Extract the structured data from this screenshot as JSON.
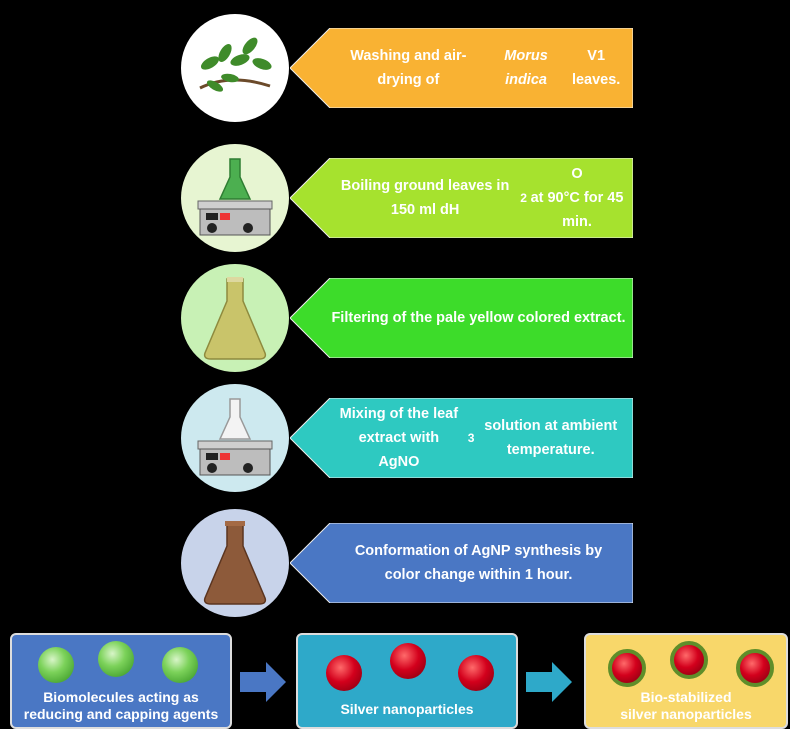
{
  "steps": [
    {
      "text_html": "Washing and air-drying of<br><i>Morus indica</i> V1 leaves.",
      "color": "#f9b233",
      "circle_color": "#ffffff"
    },
    {
      "text_html": "Boiling ground leaves in 150 ml dH<sub>2</sub>O<br>at 90°C for 45 min.",
      "color": "#a6e22e",
      "circle_color": "#e7f5d2"
    },
    {
      "text_html": "Filtering of the pale yellow colored extract.",
      "color": "#3ddc2a",
      "circle_color": "#c8f1b5"
    },
    {
      "text_html": "Mixing of the leaf extract with<br>AgNO<sub>3</sub> solution at ambient temperature.",
      "color": "#2ec9c1",
      "circle_color": "#cde9ef"
    },
    {
      "text_html": "Conformation of AgNP synthesis by<br>color change within 1 hour.",
      "color": "#4a77c4",
      "circle_color": "#c8d3ea"
    }
  ],
  "bottom": {
    "box1": {
      "label": "Biomolecules acting as reducing and capping agents",
      "line1": "Biomolecules acting as",
      "line2": "reducing and capping agents",
      "color": "#4a77c4"
    },
    "box2": {
      "label": "Silver nanoparticles",
      "color": "#2ea9c9"
    },
    "box3": {
      "line1": "Bio-stabilized",
      "line2": "silver nanoparticles",
      "color": "#f8d76a"
    }
  },
  "colors": {
    "arrow1": "#4a77c4",
    "arrow2": "#2ea9c9",
    "green_ball": "#4cb848",
    "red_ball": "#c0001a",
    "ring": "#5f8e2a"
  }
}
